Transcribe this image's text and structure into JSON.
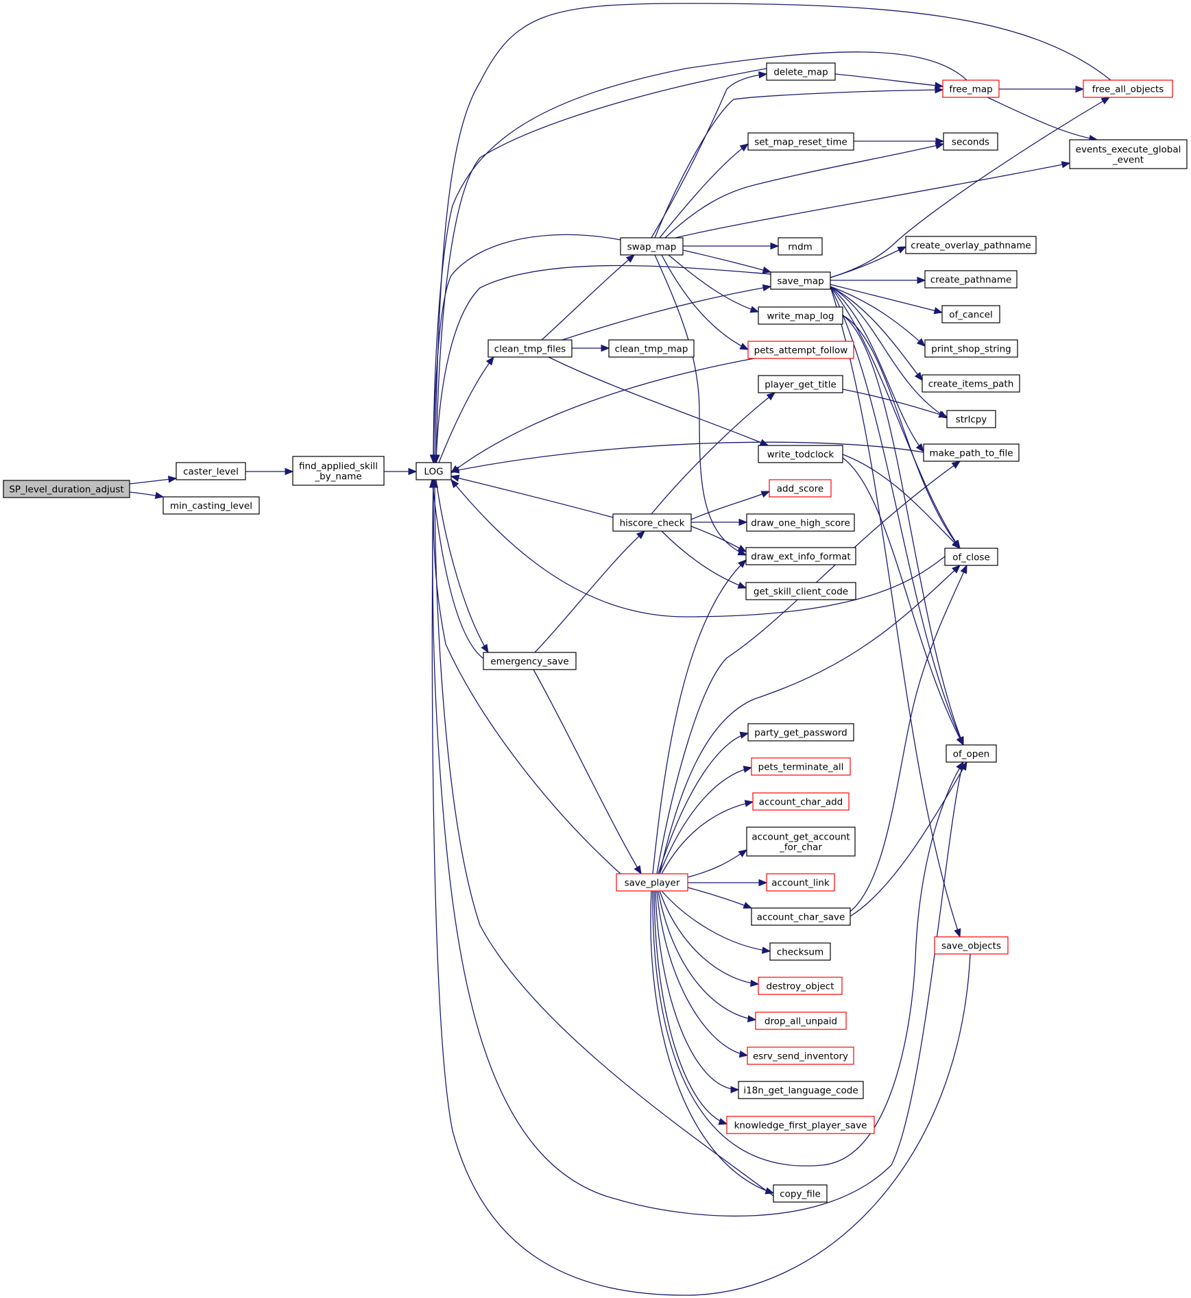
{
  "colors": {
    "edge": "#191970",
    "border_normal": "#000000",
    "border_truncated": "#ff0000",
    "root_fill": "#bfbfbf",
    "node_fill": "#ffffff"
  },
  "nodes": [
    {
      "id": "sp",
      "lines": [
        "SP_level_duration_adjust"
      ],
      "root": true
    },
    {
      "id": "caster_level",
      "lines": [
        "caster_level"
      ]
    },
    {
      "id": "min_casting_level",
      "lines": [
        "min_casting_level"
      ]
    },
    {
      "id": "find_applied",
      "lines": [
        "find_applied_skill",
        "_by_name"
      ]
    },
    {
      "id": "log",
      "lines": [
        "LOG"
      ]
    },
    {
      "id": "clean_tmp_files",
      "lines": [
        "clean_tmp_files"
      ]
    },
    {
      "id": "emergency_save",
      "lines": [
        "emergency_save"
      ]
    },
    {
      "id": "swap_map",
      "lines": [
        "swap_map"
      ]
    },
    {
      "id": "clean_tmp_map",
      "lines": [
        "clean_tmp_map"
      ]
    },
    {
      "id": "hiscore_check",
      "lines": [
        "hiscore_check"
      ]
    },
    {
      "id": "save_player",
      "lines": [
        "save_player"
      ],
      "truncated": true
    },
    {
      "id": "delete_map",
      "lines": [
        "delete_map"
      ]
    },
    {
      "id": "set_map_reset_time",
      "lines": [
        "set_map_reset_time"
      ]
    },
    {
      "id": "rndm",
      "lines": [
        "rndm"
      ]
    },
    {
      "id": "save_map",
      "lines": [
        "save_map"
      ]
    },
    {
      "id": "write_map_log",
      "lines": [
        "write_map_log"
      ]
    },
    {
      "id": "pets_attempt_follow",
      "lines": [
        "pets_attempt_follow"
      ],
      "truncated": true
    },
    {
      "id": "player_get_title",
      "lines": [
        "player_get_title"
      ]
    },
    {
      "id": "write_todclock",
      "lines": [
        "write_todclock"
      ]
    },
    {
      "id": "add_score",
      "lines": [
        "add_score"
      ],
      "truncated": true
    },
    {
      "id": "draw_one_high_score",
      "lines": [
        "draw_one_high_score"
      ]
    },
    {
      "id": "draw_ext_info_format",
      "lines": [
        "draw_ext_info_format"
      ]
    },
    {
      "id": "get_skill_client_code",
      "lines": [
        "get_skill_client_code"
      ]
    },
    {
      "id": "party_get_password",
      "lines": [
        "party_get_password"
      ]
    },
    {
      "id": "pets_terminate_all",
      "lines": [
        "pets_terminate_all"
      ],
      "truncated": true
    },
    {
      "id": "account_char_add",
      "lines": [
        "account_char_add"
      ],
      "truncated": true
    },
    {
      "id": "account_get_account",
      "lines": [
        "account_get_account",
        "_for_char"
      ]
    },
    {
      "id": "account_link",
      "lines": [
        "account_link"
      ],
      "truncated": true
    },
    {
      "id": "account_char_save",
      "lines": [
        "account_char_save"
      ]
    },
    {
      "id": "checksum",
      "lines": [
        "checksum"
      ]
    },
    {
      "id": "destroy_object",
      "lines": [
        "destroy_object"
      ],
      "truncated": true
    },
    {
      "id": "drop_all_unpaid",
      "lines": [
        "drop_all_unpaid"
      ],
      "truncated": true
    },
    {
      "id": "esrv_send_inventory",
      "lines": [
        "esrv_send_inventory"
      ],
      "truncated": true
    },
    {
      "id": "i18n_get_language_code",
      "lines": [
        "i18n_get_language_code"
      ]
    },
    {
      "id": "knowledge_first_player_save",
      "lines": [
        "knowledge_first_player_save"
      ],
      "truncated": true
    },
    {
      "id": "copy_file",
      "lines": [
        "copy_file"
      ]
    },
    {
      "id": "free_map",
      "lines": [
        "free_map"
      ],
      "truncated": true
    },
    {
      "id": "seconds",
      "lines": [
        "seconds"
      ]
    },
    {
      "id": "create_overlay_pathname",
      "lines": [
        "create_overlay_pathname"
      ]
    },
    {
      "id": "create_pathname",
      "lines": [
        "create_pathname"
      ]
    },
    {
      "id": "of_cancel",
      "lines": [
        "of_cancel"
      ]
    },
    {
      "id": "print_shop_string",
      "lines": [
        "print_shop_string"
      ]
    },
    {
      "id": "create_items_path",
      "lines": [
        "create_items_path"
      ]
    },
    {
      "id": "strlcpy",
      "lines": [
        "strlcpy"
      ]
    },
    {
      "id": "make_path_to_file",
      "lines": [
        "make_path_to_file"
      ]
    },
    {
      "id": "of_close",
      "lines": [
        "of_close"
      ]
    },
    {
      "id": "of_open",
      "lines": [
        "of_open"
      ]
    },
    {
      "id": "save_objects",
      "lines": [
        "save_objects"
      ],
      "truncated": true
    },
    {
      "id": "free_all_objects",
      "lines": [
        "free_all_objects"
      ],
      "truncated": true
    },
    {
      "id": "events_execute",
      "lines": [
        "events_execute_global",
        "_event"
      ]
    }
  ],
  "edges": [
    {
      "from": "sp",
      "to": "caster_level"
    },
    {
      "from": "sp",
      "to": "min_casting_level"
    },
    {
      "from": "caster_level",
      "to": "find_applied"
    },
    {
      "from": "find_applied",
      "to": "log"
    },
    {
      "from": "log",
      "to": "clean_tmp_files"
    },
    {
      "from": "log",
      "to": "emergency_save"
    },
    {
      "from": "clean_tmp_files",
      "to": "swap_map"
    },
    {
      "from": "clean_tmp_files",
      "to": "clean_tmp_map"
    },
    {
      "from": "clean_tmp_files",
      "to": "save_map"
    },
    {
      "from": "clean_tmp_files",
      "to": "write_todclock"
    },
    {
      "from": "emergency_save",
      "to": "hiscore_check"
    },
    {
      "from": "emergency_save",
      "to": "save_player"
    },
    {
      "from": "emergency_save",
      "to": "log"
    },
    {
      "from": "swap_map",
      "to": "log"
    },
    {
      "from": "swap_map",
      "to": "delete_map"
    },
    {
      "from": "swap_map",
      "to": "free_map"
    },
    {
      "from": "swap_map",
      "to": "set_map_reset_time"
    },
    {
      "from": "swap_map",
      "to": "seconds"
    },
    {
      "from": "swap_map",
      "to": "events_execute"
    },
    {
      "from": "swap_map",
      "to": "rndm"
    },
    {
      "from": "swap_map",
      "to": "save_map"
    },
    {
      "from": "swap_map",
      "to": "write_map_log"
    },
    {
      "from": "swap_map",
      "to": "pets_attempt_follow"
    },
    {
      "from": "swap_map",
      "to": "draw_ext_info_format"
    },
    {
      "from": "hiscore_check",
      "to": "log"
    },
    {
      "from": "hiscore_check",
      "to": "player_get_title"
    },
    {
      "from": "hiscore_check",
      "to": "add_score"
    },
    {
      "from": "hiscore_check",
      "to": "draw_one_high_score"
    },
    {
      "from": "hiscore_check",
      "to": "draw_ext_info_format"
    },
    {
      "from": "hiscore_check",
      "to": "get_skill_client_code"
    },
    {
      "from": "save_player",
      "to": "log"
    },
    {
      "from": "save_player",
      "to": "draw_ext_info_format"
    },
    {
      "from": "save_player",
      "to": "make_path_to_file"
    },
    {
      "from": "save_player",
      "to": "of_close"
    },
    {
      "from": "save_player",
      "to": "party_get_password"
    },
    {
      "from": "save_player",
      "to": "pets_terminate_all"
    },
    {
      "from": "save_player",
      "to": "account_char_add"
    },
    {
      "from": "save_player",
      "to": "account_get_account"
    },
    {
      "from": "save_player",
      "to": "account_link"
    },
    {
      "from": "save_player",
      "to": "account_char_save"
    },
    {
      "from": "save_player",
      "to": "checksum"
    },
    {
      "from": "save_player",
      "to": "destroy_object"
    },
    {
      "from": "save_player",
      "to": "drop_all_unpaid"
    },
    {
      "from": "save_player",
      "to": "esrv_send_inventory"
    },
    {
      "from": "save_player",
      "to": "i18n_get_language_code"
    },
    {
      "from": "save_player",
      "to": "knowledge_first_player_save"
    },
    {
      "from": "save_player",
      "to": "copy_file"
    },
    {
      "from": "save_player",
      "to": "of_open"
    },
    {
      "from": "delete_map",
      "to": "free_map"
    },
    {
      "from": "delete_map",
      "to": "log"
    },
    {
      "from": "free_map",
      "to": "free_all_objects"
    },
    {
      "from": "free_map",
      "to": "events_execute"
    },
    {
      "from": "free_map",
      "to": "log"
    },
    {
      "from": "free_all_objects",
      "to": "log"
    },
    {
      "from": "set_map_reset_time",
      "to": "seconds"
    },
    {
      "from": "save_map",
      "to": "log"
    },
    {
      "from": "save_map",
      "to": "free_all_objects"
    },
    {
      "from": "save_map",
      "to": "create_overlay_pathname"
    },
    {
      "from": "save_map",
      "to": "create_pathname"
    },
    {
      "from": "save_map",
      "to": "of_cancel"
    },
    {
      "from": "save_map",
      "to": "print_shop_string"
    },
    {
      "from": "save_map",
      "to": "create_items_path"
    },
    {
      "from": "save_map",
      "to": "strlcpy"
    },
    {
      "from": "save_map",
      "to": "make_path_to_file"
    },
    {
      "from": "save_map",
      "to": "of_close"
    },
    {
      "from": "save_map",
      "to": "of_open"
    },
    {
      "from": "save_map",
      "to": "save_objects"
    },
    {
      "from": "write_map_log",
      "to": "of_close"
    },
    {
      "from": "write_map_log",
      "to": "of_open"
    },
    {
      "from": "pets_attempt_follow",
      "to": "log"
    },
    {
      "from": "player_get_title",
      "to": "strlcpy"
    },
    {
      "from": "write_todclock",
      "to": "of_close"
    },
    {
      "from": "write_todclock",
      "to": "of_open"
    },
    {
      "from": "account_char_save",
      "to": "of_close"
    },
    {
      "from": "account_char_save",
      "to": "of_open"
    },
    {
      "from": "make_path_to_file",
      "to": "log"
    },
    {
      "from": "of_close",
      "to": "log"
    },
    {
      "from": "of_open",
      "to": "log"
    },
    {
      "from": "save_objects",
      "to": "log"
    },
    {
      "from": "copy_file",
      "to": "log"
    }
  ]
}
